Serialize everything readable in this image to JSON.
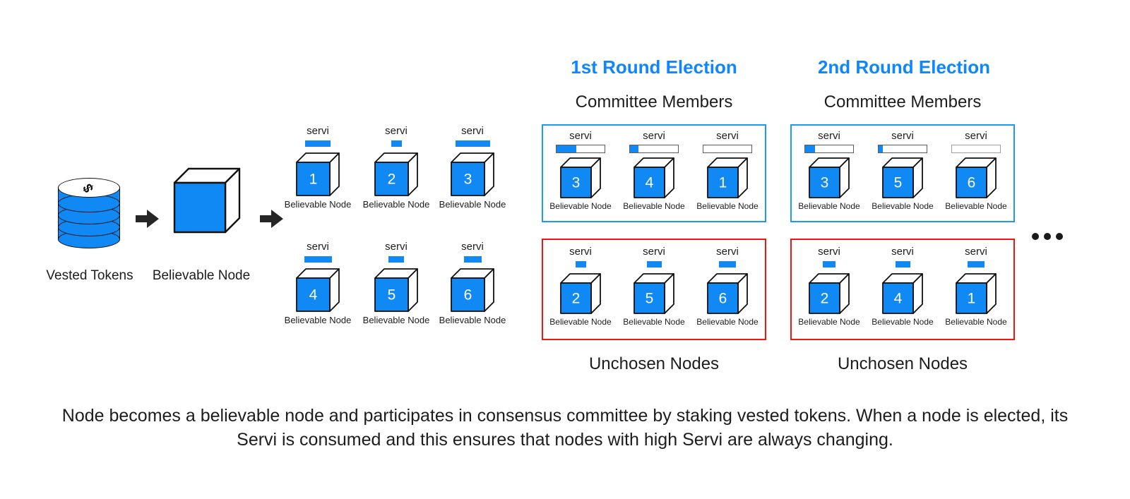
{
  "diagram": {
    "stage1": {
      "icon": "coin-stack-icon",
      "glyph": "$",
      "label": "Vested Tokens"
    },
    "stage2": {
      "icon": "cube-icon",
      "label": "Believable Node"
    },
    "arrow_glyph": "→",
    "servi_label": "servi",
    "node_caption": "Believable Node",
    "ellipsis": "•••",
    "pool": {
      "row1": [
        {
          "id": "1",
          "servi_pct": 46,
          "bar_style": "plain"
        },
        {
          "id": "2",
          "servi_pct": 19,
          "bar_style": "plain"
        },
        {
          "id": "3",
          "servi_pct": 63,
          "bar_style": "plain"
        }
      ],
      "row2": [
        {
          "id": "4",
          "servi_pct": 50,
          "bar_style": "plain"
        },
        {
          "id": "5",
          "servi_pct": 28,
          "bar_style": "plain"
        },
        {
          "id": "6",
          "servi_pct": 32,
          "bar_style": "plain"
        }
      ]
    },
    "rounds": [
      {
        "title": "1st Round Election",
        "committee_label": "Committee Members",
        "unchosen_label": "Unchosen Nodes",
        "committee": [
          {
            "id": "3",
            "servi_pct": 41,
            "bar_style": "track"
          },
          {
            "id": "4",
            "servi_pct": 18,
            "bar_style": "track"
          },
          {
            "id": "1",
            "servi_pct": 0,
            "bar_style": "track"
          }
        ],
        "unchosen": [
          {
            "id": "2",
            "servi_pct": 22,
            "bar_style": "plain"
          },
          {
            "id": "5",
            "servi_pct": 30,
            "bar_style": "plain"
          },
          {
            "id": "6",
            "servi_pct": 34,
            "bar_style": "plain"
          }
        ]
      },
      {
        "title": "2nd Round Election",
        "committee_label": "Committee Members",
        "unchosen_label": "Unchosen Nodes",
        "committee": [
          {
            "id": "3",
            "servi_pct": 21,
            "bar_style": "track"
          },
          {
            "id": "5",
            "servi_pct": 9,
            "bar_style": "track"
          },
          {
            "id": "6",
            "servi_pct": 0,
            "bar_style": "track-light"
          }
        ],
        "unchosen": [
          {
            "id": "2",
            "servi_pct": 26,
            "bar_style": "plain"
          },
          {
            "id": "4",
            "servi_pct": 30,
            "bar_style": "plain"
          },
          {
            "id": "1",
            "servi_pct": 34,
            "bar_style": "plain"
          }
        ]
      }
    ],
    "caption": "Node becomes a believable node and participates in consensus committee by staking vested tokens. When a node is elected, its Servi is consumed and this ensures that nodes with high Servi are always changing."
  },
  "colors": {
    "accent_blue": "#0d86fe",
    "node_blue": "#1089f5",
    "committee_border": "#2196f3",
    "unchosen_border": "#ef1515",
    "text": "#1d1d1d"
  }
}
